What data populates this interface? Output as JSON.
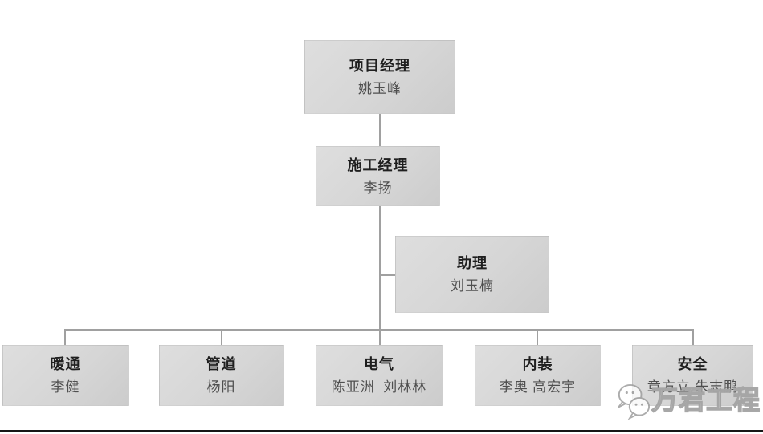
{
  "page": {
    "background": "#ffffff"
  },
  "colors": {
    "box_fill_light": "#dedede",
    "box_fill_dark": "#cccccc",
    "connector": "#a0a0a0",
    "title_text": "#1f1f1f",
    "name_text": "#4f4f4f",
    "watermark_gray": "#a0a0a0",
    "bottom_bar": "#161616"
  },
  "org_chart": {
    "nodes": [
      {
        "id": "project-manager",
        "title": "项目经理",
        "name": "姚玉峰"
      },
      {
        "id": "construction-manager",
        "title": "施工经理",
        "name": "李扬"
      },
      {
        "id": "assistant",
        "title": "助理",
        "name": "刘玉楠"
      },
      {
        "id": "hvac",
        "title": "暖通",
        "name": "李健"
      },
      {
        "id": "piping",
        "title": "管道",
        "name": "杨阳"
      },
      {
        "id": "electrical",
        "title": "电气",
        "name": "陈亚洲  刘林林"
      },
      {
        "id": "interior",
        "title": "内装",
        "name": "李奥 高宏宇"
      },
      {
        "id": "safety",
        "title": "安全",
        "name": "章方立 朱志鹏"
      }
    ]
  },
  "watermark": {
    "logo": "chat-bubbles-icon",
    "text": "万君工程"
  }
}
